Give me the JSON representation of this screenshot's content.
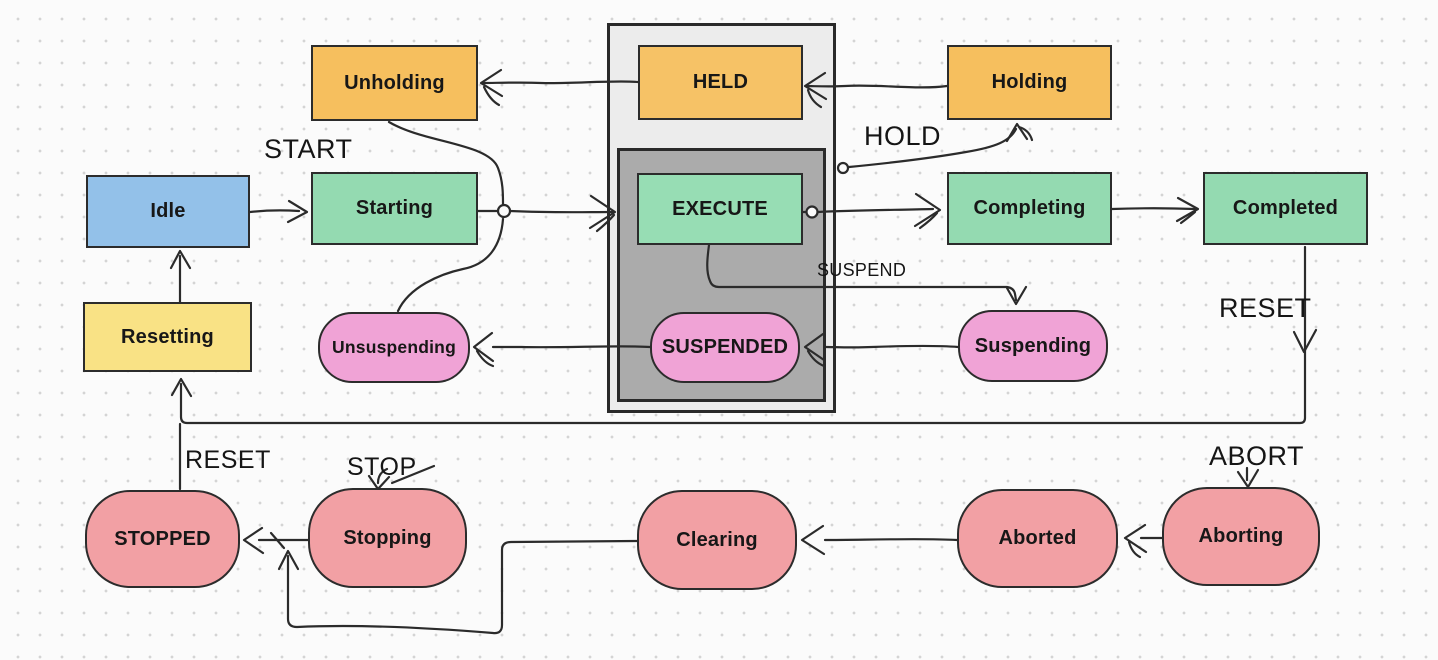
{
  "canvas": {
    "background": "#FBFBFB",
    "dot_color": "#D4D4D4",
    "line_color": "#2b2b2b"
  },
  "regions": {
    "held_region_color": "#ECECEC",
    "execute_region_color": "#ABABAB"
  },
  "states": {
    "idle": {
      "label": "Idle",
      "color": "#93C1E9",
      "shape": "rect"
    },
    "starting": {
      "label": "Starting",
      "color": "#94DAB1",
      "shape": "rect"
    },
    "execute": {
      "label": "EXECUTE",
      "color": "#97DDB4",
      "shape": "rect"
    },
    "completing": {
      "label": "Completing",
      "color": "#94DAB1",
      "shape": "rect"
    },
    "completed": {
      "label": "Completed",
      "color": "#94DAB1",
      "shape": "rect"
    },
    "unholding": {
      "label": "Unholding",
      "color": "#F6BF5E",
      "shape": "rect"
    },
    "held": {
      "label": "HELD",
      "color": "#F6C266",
      "shape": "rect"
    },
    "holding": {
      "label": "Holding",
      "color": "#F6BF5E",
      "shape": "rect"
    },
    "resetting": {
      "label": "Resetting",
      "color": "#F9E285",
      "shape": "rect"
    },
    "unsuspending": {
      "label": "Unsuspending",
      "color": "#F0A3D6",
      "shape": "pill"
    },
    "suspended": {
      "label": "SUSPENDED",
      "color": "#F0A3D6",
      "shape": "pill"
    },
    "suspending": {
      "label": "Suspending",
      "color": "#F0A3D6",
      "shape": "pill"
    },
    "stopped": {
      "label": "STOPPED",
      "color": "#F2A0A4",
      "shape": "pill"
    },
    "stopping": {
      "label": "Stopping",
      "color": "#F2A0A4",
      "shape": "pill"
    },
    "clearing": {
      "label": "Clearing",
      "color": "#F2A0A4",
      "shape": "pill"
    },
    "aborted": {
      "label": "Aborted",
      "color": "#F2A0A4",
      "shape": "pill"
    },
    "aborting": {
      "label": "Aborting",
      "color": "#F2A0A4",
      "shape": "pill"
    }
  },
  "events": {
    "start": "START",
    "hold": "HOLD",
    "suspend": "SUSPEND",
    "reset_completed": "RESET",
    "reset_stopped": "RESET",
    "stop": "STOP",
    "abort": "ABORT"
  }
}
